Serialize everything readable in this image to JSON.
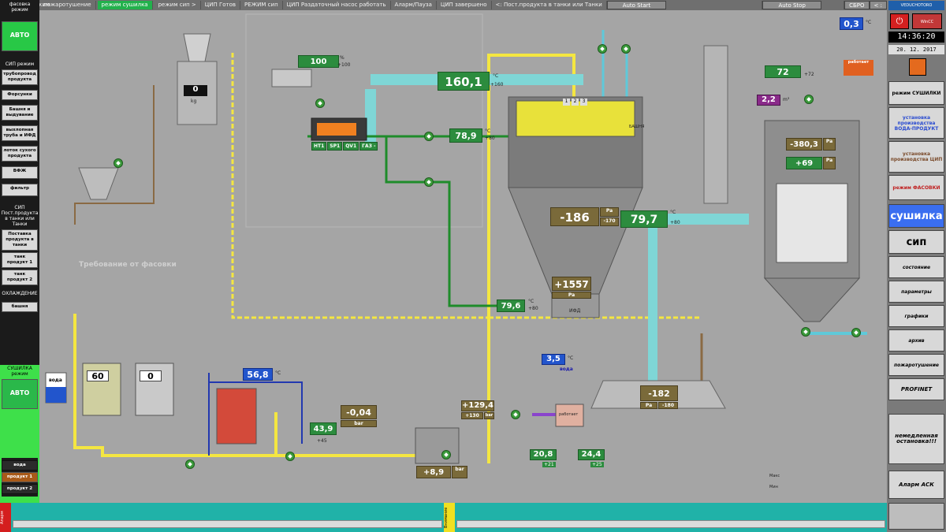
{
  "topbar": {
    "items": [
      "фасовка режим",
      "пожаротушение",
      "режим сушилка",
      "режим сип >",
      "ЦИП Готов",
      "РЕЖИМ сип",
      "ЦИП Раздаточный насос работать",
      "Аларм/Пауза",
      "ЦИП завершено",
      "<: Пост.продукта в танки или Танки"
    ],
    "auto_start": "Auto Start",
    "auto_stop": "Auto Stop",
    "stop_label": "СБРО",
    "close": "< :"
  },
  "left": {
    "fasovka_head": "фасовка режим",
    "auto": "АВТО",
    "sip_head": "СИП режим",
    "sip_items": [
      "трубопровод продукта",
      "Форсунки",
      "Башня и выдувание",
      "выхлопная труба и ИФД",
      "лоток сухого продукта",
      "ВФЖ",
      "фильтр"
    ],
    "cip2_head": "СИП Пост.продукта в танки или Танки",
    "cip2_items": [
      "Поставка продукта в танки",
      "танк продукт 1",
      "танк продукт 2"
    ],
    "cooling_head": "ОХЛАЖДЕНИЕ",
    "cooling_items": [
      "башня"
    ],
    "dryer_head": "СУШИЛКА режим",
    "dryer_auto": "АВТО",
    "bottom_items": [
      "вода",
      "продукт 1",
      "продукт 2"
    ]
  },
  "right": {
    "logo": "VEDUCHOTORO",
    "time": "14:36:20",
    "date": "20. 12. 2017",
    "mode_dryer": "режим СУШИЛКИ",
    "setup_water": "установка производства ВОДА-ПРОДУКТ",
    "setup_cip": "установка производства ЦИП",
    "mode_packing": "режим ФАСОВКИ",
    "btn_dryer": "сушилка",
    "btn_sip": "сип",
    "nav": [
      "состояние",
      "параметры",
      "графики",
      "архив",
      "пожаротушение",
      "PROFINET"
    ],
    "emergency": "немедленная остановка!!!",
    "alarm_ack": "Аларм АСК"
  },
  "process": {
    "top_temp": "0,3",
    "top_temp_unit": "°C",
    "fan_pct": "100",
    "fan_pct_sub": "+100",
    "main_temp": "160,1",
    "main_temp_unit": "°C",
    "main_temp_sub": "+160",
    "temp2": "78,9",
    "temp2_sub": "+80",
    "burner_labels": [
      "НТ1",
      "SP1",
      "QV1",
      "ГАЗ -"
    ],
    "nozzles": [
      "1",
      "2",
      "3"
    ],
    "tower_label": "БАШНЯ",
    "press1": "-186",
    "press1_unit": "Pa",
    "press1_sub": "-170",
    "temp3": "79,7",
    "temp3_unit": "°C",
    "temp3_sub": "+80",
    "press2": "+1557",
    "press2_unit": "Pa",
    "temp4": "79,6",
    "temp4_unit": "°C",
    "temp4_sub": "+80",
    "ifd_label": "ИФД",
    "fan2_pct": "72",
    "fan2_sub": "+72",
    "fan2_status": "работает",
    "purple_val": "2,2",
    "purple_unit": "m³",
    "filter_val1": "-380,3",
    "filter_val2": "+69",
    "filter_unit1": "Pa",
    "filter_unit2": "Pa",
    "press3": "-182",
    "press3_unit": "Pa",
    "press3_sub": "-180",
    "tank1_pct": "60",
    "tank2_pct": "0",
    "water_label": "вода",
    "heater_temp": "56,8",
    "heater_unit": "°C",
    "temp5": "43,9",
    "temp5_sub": "+45",
    "press4": "-0,04",
    "press4_unit": "bar",
    "press5": "+129,4",
    "press5_sub": "+130",
    "press5_unit": "bar",
    "press6": "+8,9",
    "press6_unit": "bar",
    "cool_temp": "3,5",
    "cool_unit": "°C",
    "cool_water": "вода",
    "heat_status": "работает",
    "t_out1": "20,8",
    "t_out1_sub": "+21",
    "t_out2": "24,4",
    "t_out2_sub": "+25",
    "request_text": "Требование от фасовки",
    "weigh_val": "0",
    "weigh_unit": "kg",
    "max_label": "Макс",
    "min_label": "Мин"
  },
  "bottom": {
    "alarm": "Аларм",
    "notice": "Внимание"
  }
}
